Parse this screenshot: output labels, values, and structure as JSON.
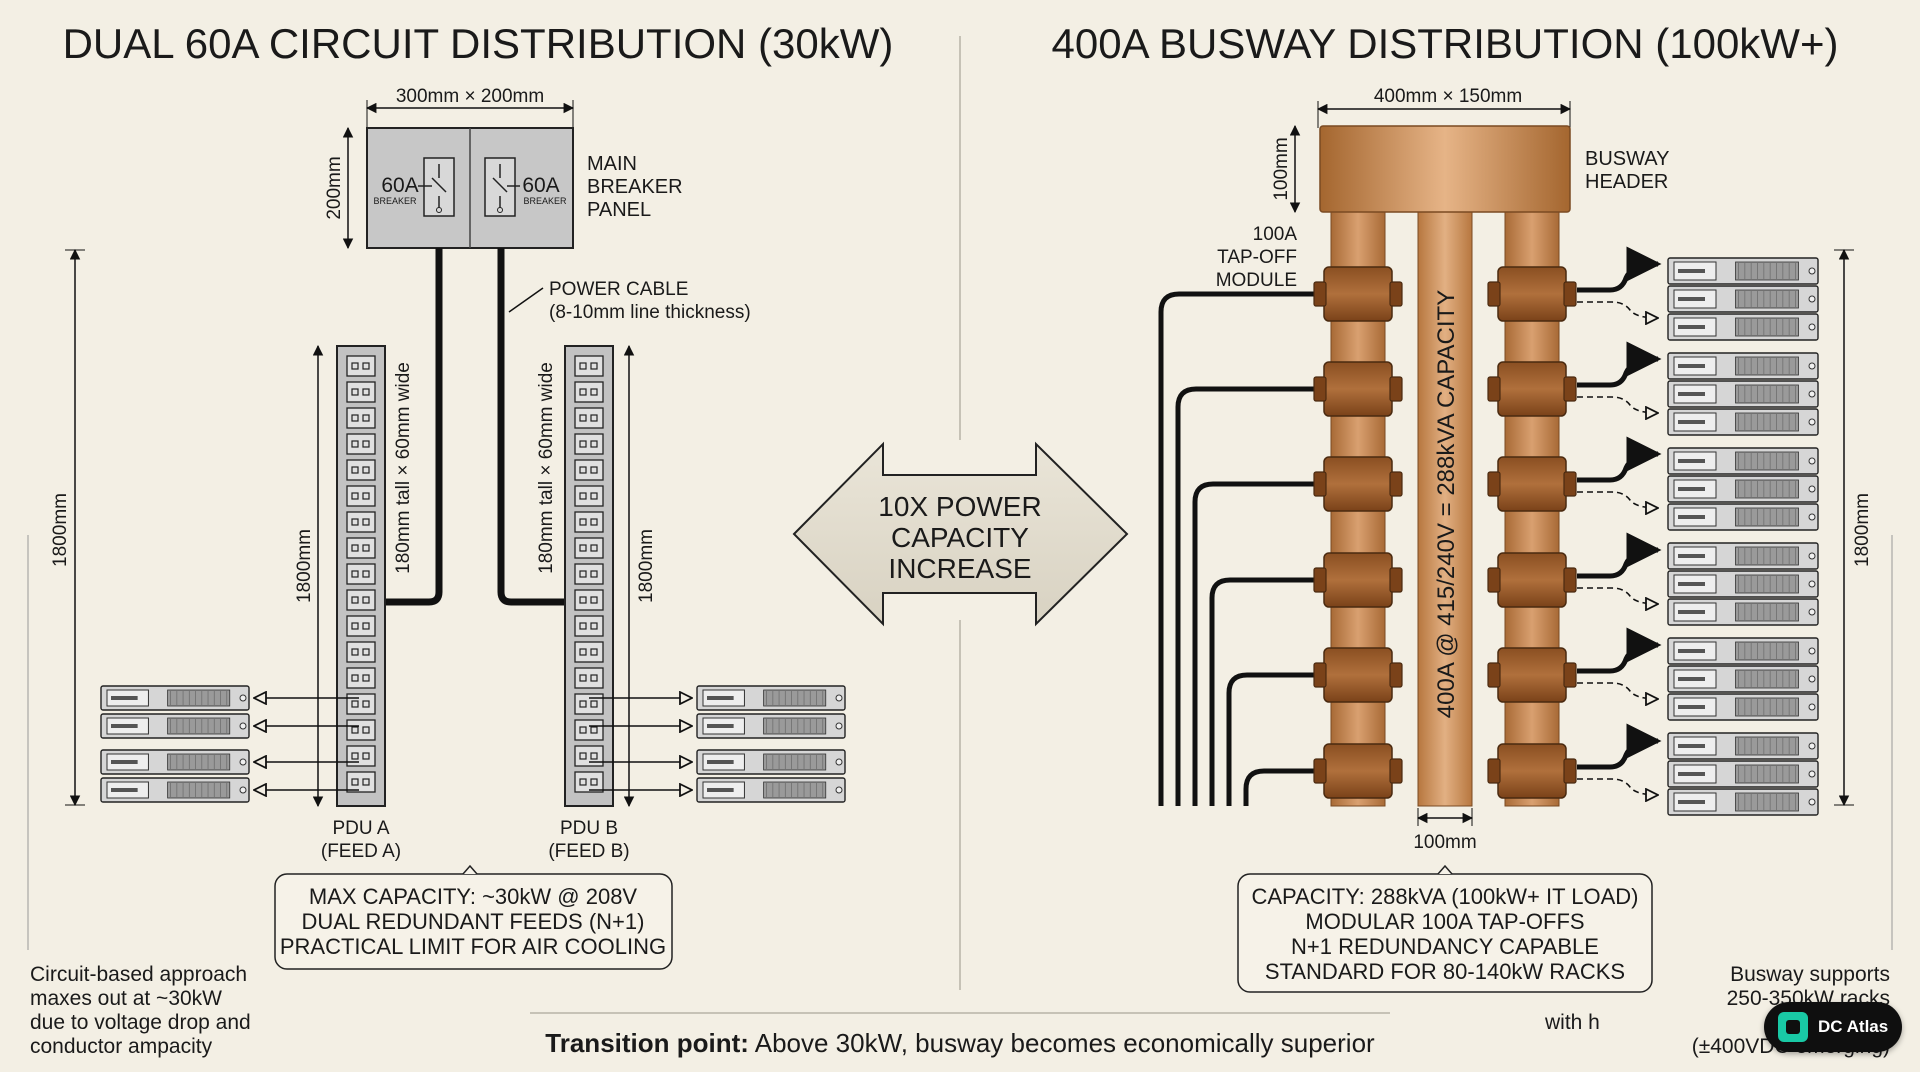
{
  "left": {
    "title": "DUAL 60A CIRCUIT DISTRIBUTION (30kW)",
    "panel_dim_width": "300mm × 200mm",
    "panel_dim_height": "200mm",
    "breaker_rating": "60A",
    "breaker_sub": "BREAKER",
    "panel_label": [
      "MAIN",
      "BREAKER",
      "PANEL"
    ],
    "cable_label": [
      "POWER CABLE",
      "(8-10mm line thickness)"
    ],
    "pdu_dim": "180mm tall × 60mm wide",
    "height_dim": "1800mm",
    "pdu_a_label": [
      "PDU A",
      "(FEED A)"
    ],
    "pdu_b_label": [
      "PDU B",
      "(FEED B)"
    ],
    "capacity_box": [
      "MAX CAPACITY: ~30kW @ 208V",
      "DUAL REDUNDANT FEEDS (N+1)",
      "PRACTICAL LIMIT FOR AIR COOLING"
    ],
    "note": [
      "Circuit-based approach",
      "maxes out at ~30kW",
      "due to voltage drop and",
      "conductor ampacity"
    ]
  },
  "center": {
    "arrow_text": [
      "10X POWER",
      "CAPACITY",
      "INCREASE"
    ]
  },
  "right": {
    "title": "400A BUSWAY DISTRIBUTION (100kW+)",
    "header_dim_width": "400mm × 150mm",
    "header_dim_height": "100mm",
    "header_label": [
      "BUSWAY",
      "HEADER"
    ],
    "tapoff_label": [
      "100A",
      "TAP-OFF",
      "MODULE"
    ],
    "bus_text": "400A @ 415/240V = 288kVA CAPACITY",
    "bus_width_dim": "100mm",
    "height_dim": "1800mm",
    "capacity_box": [
      "CAPACITY: 288kVA (100kW+ IT LOAD)",
      "MODULAR 100A TAP-OFFS",
      "N+1 REDUNDANCY CAPABLE",
      "STANDARD FOR 80-140kW RACKS"
    ],
    "note": [
      "Busway supports",
      "250-350kW racks",
      "with h",
      "(±400VDC emerging)"
    ]
  },
  "footer": {
    "bold": "Transition point:",
    "text": " Above 30kW, busway becomes economically superior"
  },
  "badge": {
    "text": "DC Atlas"
  },
  "colors": {
    "background": "#f3efe4",
    "copper": "#c8864f",
    "copper_dark": "#8a4f22",
    "copper_light": "#e6b487",
    "gray_panel": "#c9c9c9",
    "cable": "#111111",
    "accent_badge": "#19c9a5"
  }
}
